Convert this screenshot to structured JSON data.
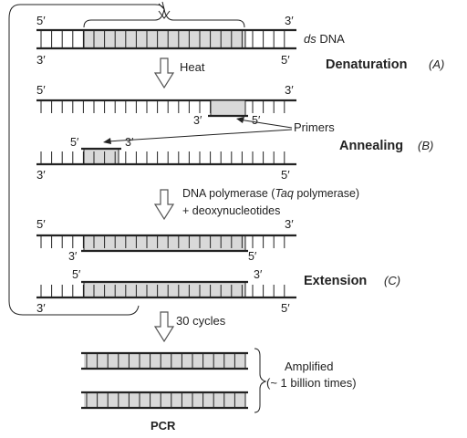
{
  "labels": {
    "five_prime": "5′",
    "three_prime": "3′",
    "ds_italic": "ds",
    "dna": " DNA",
    "heat": "Heat",
    "denaturation": "Denaturation",
    "denaturation_letter": "(A)",
    "primers": "Primers",
    "annealing": "Annealing",
    "annealing_letter": "(B)",
    "polymerase_prefix": "DNA polymerase (",
    "polymerase_taq": "Taq",
    "polymerase_suffix": " polymerase)",
    "deoxynucleotides": "+ deoxynucleotides",
    "extension": "Extension",
    "extension_letter": "(C)",
    "cycles": "30 cycles",
    "amplified_line1": "Amplified",
    "amplified_line2": "(~ 1 billion times)",
    "pcr": "PCR"
  },
  "colors": {
    "line": "#222222",
    "primer_fill": "#d9d9d9",
    "arrow_stroke": "#555555"
  }
}
